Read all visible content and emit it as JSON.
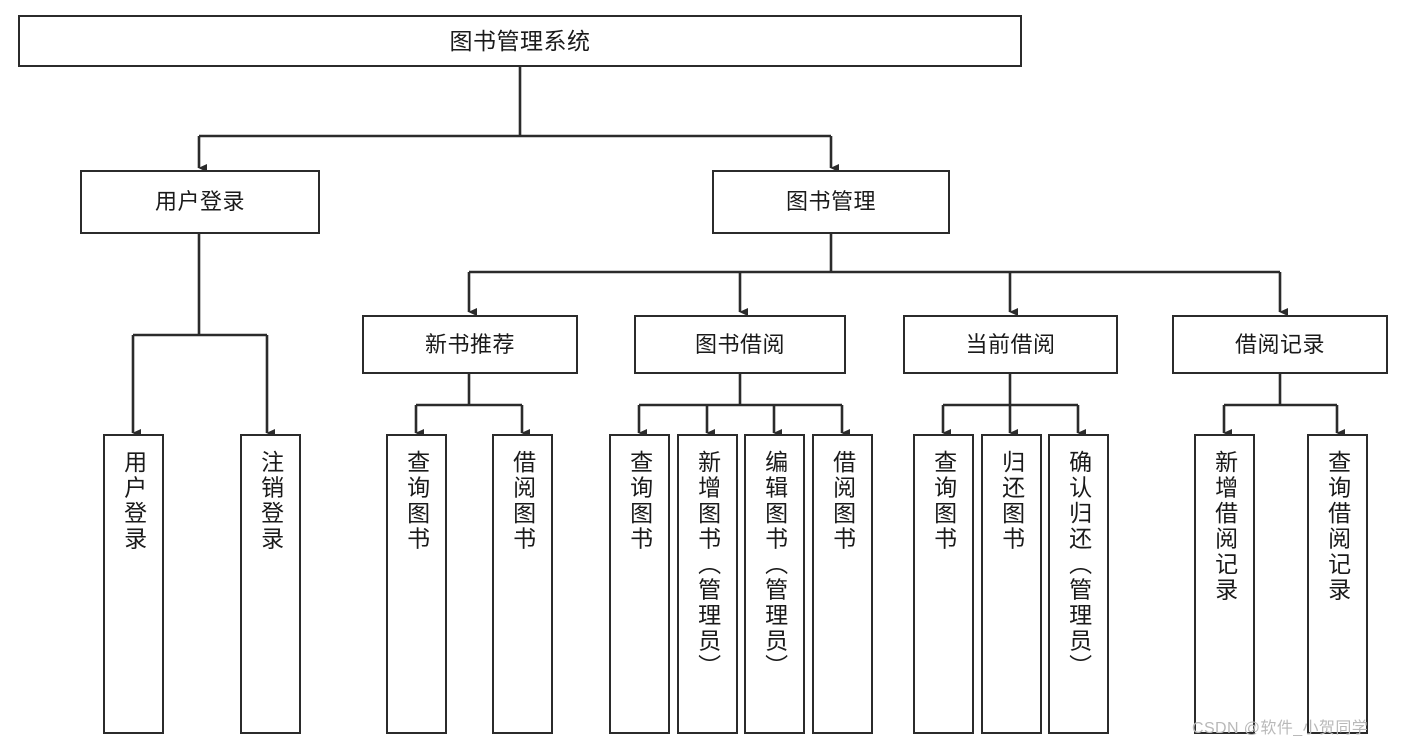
{
  "diagram": {
    "type": "tree",
    "title": "图书管理系统",
    "watermark": "CSDN @软件_小贺同学",
    "colors": {
      "background": "#ffffff",
      "box_border": "#2b2b2b",
      "connector": "#2b2b2b",
      "text": "#1a1a1a",
      "watermark": "#b9b9b9"
    },
    "nodes": {
      "root": {
        "label": "图书管理系统"
      },
      "level2": [
        {
          "id": "user-login",
          "label": "用户登录"
        },
        {
          "id": "book-management",
          "label": "图书管理"
        }
      ],
      "level3": [
        {
          "id": "new-book-recommend",
          "label": "新书推荐"
        },
        {
          "id": "book-borrow",
          "label": "图书借阅"
        },
        {
          "id": "current-borrow",
          "label": "当前借阅"
        },
        {
          "id": "borrow-record",
          "label": "借阅记录"
        }
      ],
      "leaves": {
        "user_login": [
          {
            "id": "leaf-user-login",
            "label": "用户登录"
          },
          {
            "id": "leaf-logout-login",
            "label": "注销登录"
          }
        ],
        "new_book_recommend": [
          {
            "id": "leaf-query-book-1",
            "label": "查询图书"
          },
          {
            "id": "leaf-borrow-book-1",
            "label": "借阅图书"
          }
        ],
        "book_borrow": [
          {
            "id": "leaf-query-book-2",
            "label": "查询图书"
          },
          {
            "id": "leaf-add-book",
            "label": "新增图书（管理员）"
          },
          {
            "id": "leaf-edit-book",
            "label": "编辑图书（管理员）"
          },
          {
            "id": "leaf-borrow-book-2",
            "label": "借阅图书"
          }
        ],
        "current_borrow": [
          {
            "id": "leaf-query-book-3",
            "label": "查询图书"
          },
          {
            "id": "leaf-return-book",
            "label": "归还图书"
          },
          {
            "id": "leaf-confirm-return",
            "label": "确认归还（管理员）"
          }
        ],
        "borrow_record": [
          {
            "id": "leaf-add-record",
            "label": "新增借阅记录"
          },
          {
            "id": "leaf-query-record",
            "label": "查询借阅记录"
          }
        ]
      }
    }
  }
}
